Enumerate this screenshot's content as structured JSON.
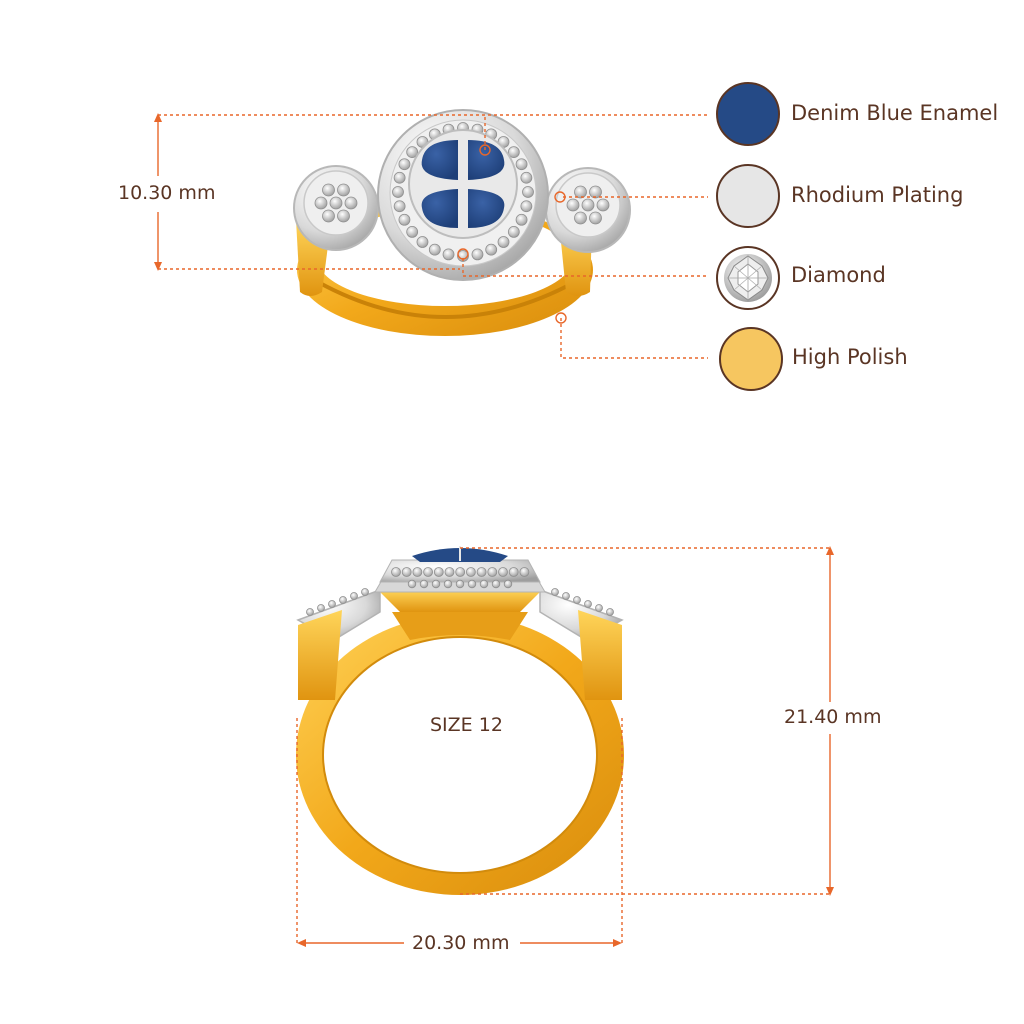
{
  "dimensions": {
    "top_height": "10.30 mm",
    "front_height": "21.40 mm",
    "front_width": "20.30 mm",
    "size": "SIZE 12"
  },
  "legend": [
    {
      "label": "Denim Blue Enamel",
      "color": "#254a86",
      "icon": "enamel-swatch"
    },
    {
      "label": "Rhodium Plating",
      "color": "#e6e6e6",
      "icon": "rhodium-swatch"
    },
    {
      "label": "Diamond",
      "color": "#d8d8d8",
      "icon": "diamond-swatch"
    },
    {
      "label": "High Polish",
      "color": "#f6c660",
      "icon": "polish-swatch"
    }
  ],
  "colors": {
    "dimension_line": "#e8672a",
    "label_text": "#5a3524",
    "gold": "#f2ab1c",
    "gold_dark": "#c97f0b",
    "enamel": "#254a86",
    "rhodium": "#dcdcdc"
  }
}
